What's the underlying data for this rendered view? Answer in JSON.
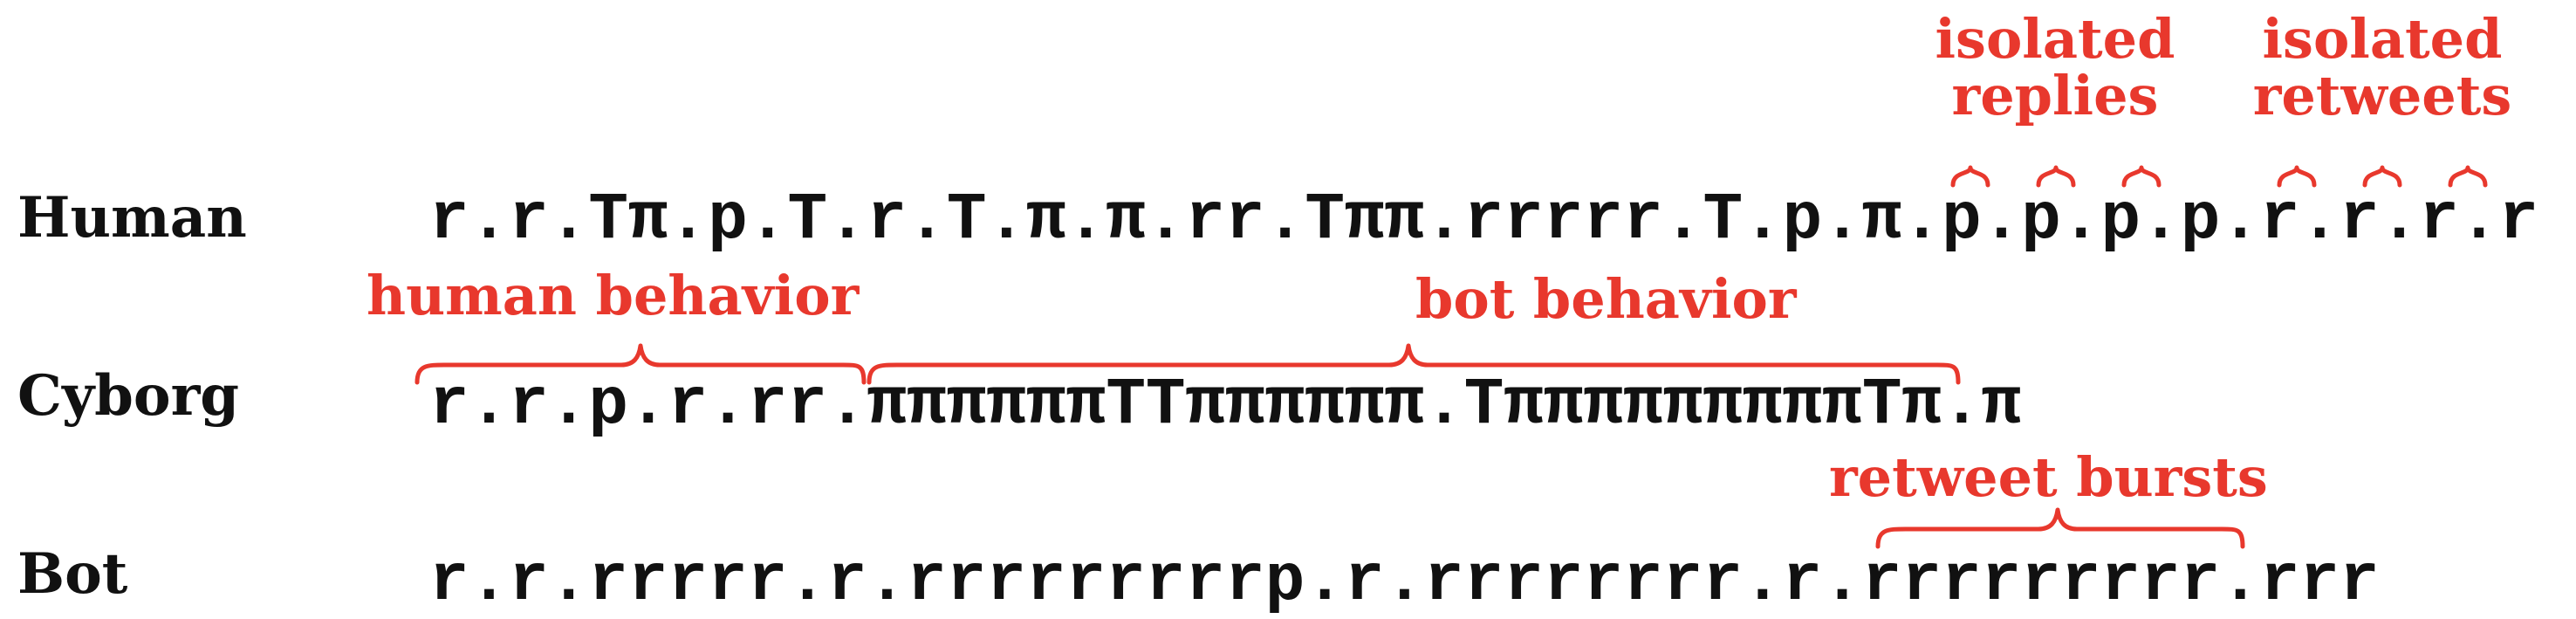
{
  "rows": [
    {
      "label": "Human",
      "sequence": "r.r.Tπ.p.T.r.T.π.π.rr.Tππ.rrrrr.T.p.π.p.p.p.p.r.r.r.r"
    },
    {
      "label": "Cyborg",
      "sequence": "r.r.p.r.rr.ππππππTTππππππ.TπππππππππTπ.π"
    },
    {
      "label": "Bot",
      "sequence": "r.r.rrrrr.r.rrrrrrrrrp.r.rrrrrrrr.r.rrrrrrrrr.rrr"
    }
  ],
  "annotations": {
    "isolated_replies": "isolated\nreplies",
    "isolated_retweets": "isolated\nretweets",
    "human_behavior": "human behavior",
    "bot_behavior": "bot behavior",
    "retweet_bursts": "retweet bursts"
  },
  "colors": {
    "accent": "#e8382d",
    "text": "#111111"
  }
}
